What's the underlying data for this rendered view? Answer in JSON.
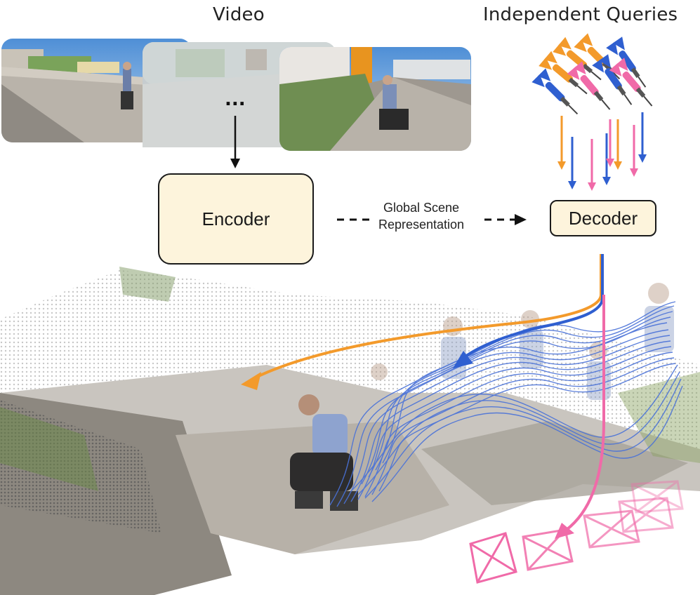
{
  "titles": {
    "video": "Video",
    "queries": "Independent Queries"
  },
  "frames": {
    "ellipsis": "..."
  },
  "blocks": {
    "encoder": "Encoder",
    "decoder": "Decoder"
  },
  "connector": {
    "line1": "Global Scene",
    "line2": "Representation"
  },
  "colors": {
    "box_fill": "#fdf4dc",
    "query_orange": "#f39a2b",
    "query_blue": "#2f5fd0",
    "query_pink": "#f06aa8",
    "trajectory_blue": "#4a72d8"
  },
  "icons": {
    "queries": "darts-icon",
    "cameras": "camera-frustum-icon"
  }
}
